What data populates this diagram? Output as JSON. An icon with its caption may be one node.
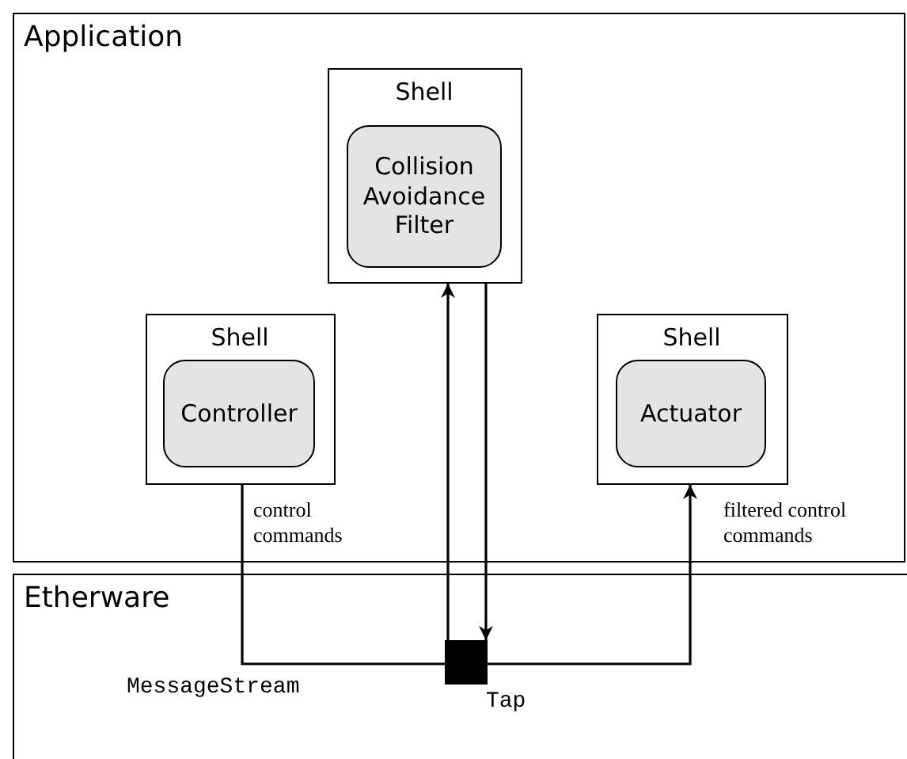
{
  "diagram": {
    "nodes": [
      {
        "text": [
          "Application"
        ]
      },
      {
        "text": [
          "Shell"
        ],
        "in": 0
      },
      {
        "text": [
          "Collision Avoidance Filter"
        ],
        "in": 1
      },
      {
        "text": [
          "Shell"
        ],
        "in": 0
      },
      {
        "text": [
          "Controller"
        ],
        "in": 3
      },
      {
        "text": [
          "Shell"
        ],
        "in": 0
      },
      {
        "text": [
          "Actuator"
        ],
        "in": 5
      },
      {
        "text": [
          "Etherware"
        ]
      },
      {
        "text": [],
        "shape": "box",
        "in": 7,
        "beside": [
          "Tap"
        ]
      }
    ],
    "edges": [
      {
        "from": 3,
        "to": 8,
        "arrow": "none",
        "label": "control commands"
      },
      {
        "from": 8,
        "to": 1,
        "arrow": "to"
      },
      {
        "from": 1,
        "to": 8,
        "arrow": "to"
      },
      {
        "from": 8,
        "to": 5,
        "arrow": "to",
        "label": "filtered control commands"
      }
    ],
    "labels": [
      "MessageStream"
    ]
  }
}
